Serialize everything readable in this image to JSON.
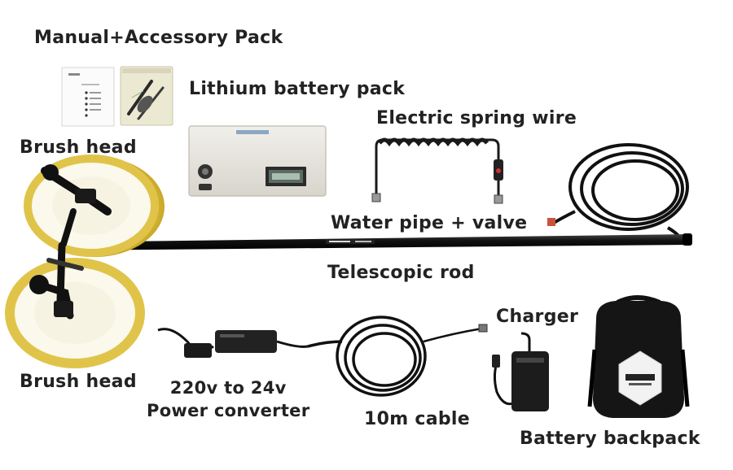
{
  "labels": {
    "manual_pack": "Manual+Accessory Pack",
    "battery_pack": "Lithium battery pack",
    "spring_wire": "Electric spring wire",
    "brush_head_top": "Brush head",
    "water_pipe": "Water pipe + valve",
    "telescopic_rod": "Telescopic rod",
    "charger": "Charger",
    "brush_head_bottom": "Brush head",
    "converter_line1": "220v to 24v",
    "converter_line2": "Power converter",
    "cable": "10m cable",
    "backpack": "Battery backpack"
  },
  "colors": {
    "label_text": "#222222",
    "brush_bristle": "#e8c93a",
    "brush_face": "#f7f3e3",
    "rod": "#111111",
    "battery_box": "#e6e3dc"
  }
}
